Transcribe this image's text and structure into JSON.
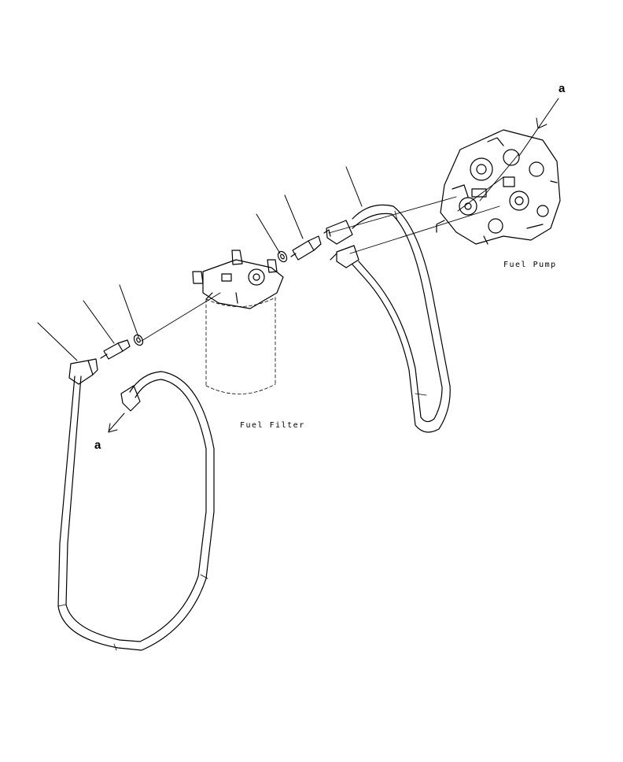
{
  "labels": {
    "fuel_pump": "Fuel Pump",
    "fuel_filter": "Fuel Filter",
    "ref_top": "a",
    "ref_bottom": "a"
  }
}
